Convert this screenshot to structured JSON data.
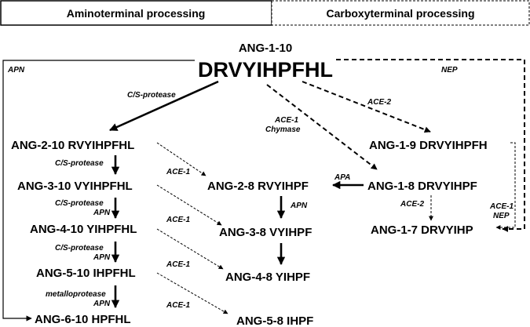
{
  "headers": {
    "amino": "Aminoterminal processing",
    "carboxy": "Carboxyterminal processing"
  },
  "root": {
    "title": "ANG-1-10",
    "sequence": "DRVYIHPFHL"
  },
  "side_labels": {
    "left": "APN",
    "right": "NEP"
  },
  "nodes": {
    "ang_2_10": "ANG-2-10 RVYIHPFHL",
    "ang_3_10": "ANG-3-10 VYIHPFHL",
    "ang_4_10": "ANG-4-10 YIHPFHL",
    "ang_5_10": "ANG-5-10 IHPFHL",
    "ang_6_10": "ANG-6-10 HPFHL",
    "ang_2_8": "ANG-2-8 RVYIHPF",
    "ang_3_8": "ANG-3-8 VYIHPF",
    "ang_4_8": "ANG-4-8 YIHPF",
    "ang_5_8": "ANG-5-8 IHPF",
    "ang_1_9": "ANG-1-9 DRVYIHPFH",
    "ang_1_8": "ANG-1-8 DRVYIHPF",
    "ang_1_7": "ANG-1-7 DRVYIHP"
  },
  "enzymes": {
    "cs_protease_top": "C/S-protease",
    "ace1_chymase_1": "ACE-1",
    "ace1_chymase_2": "Chymase",
    "ace2_top": "ACE-2",
    "cs_1": "C/S-protease",
    "cs_2": "C/S-protease",
    "apn_2": "APN",
    "cs_3": "C/S-protease",
    "apn_3": "APN",
    "metallo": "metalloprotease",
    "apn_4": "APN",
    "ace1_a": "ACE-1",
    "ace1_b": "ACE-1",
    "ace1_c": "ACE-1",
    "ace1_d": "ACE-1",
    "apa": "APA",
    "apn_mid": "APN",
    "ace2_mid": "ACE-2",
    "ace1_nep_1": "ACE-1",
    "ace1_nep_2": "NEP"
  }
}
